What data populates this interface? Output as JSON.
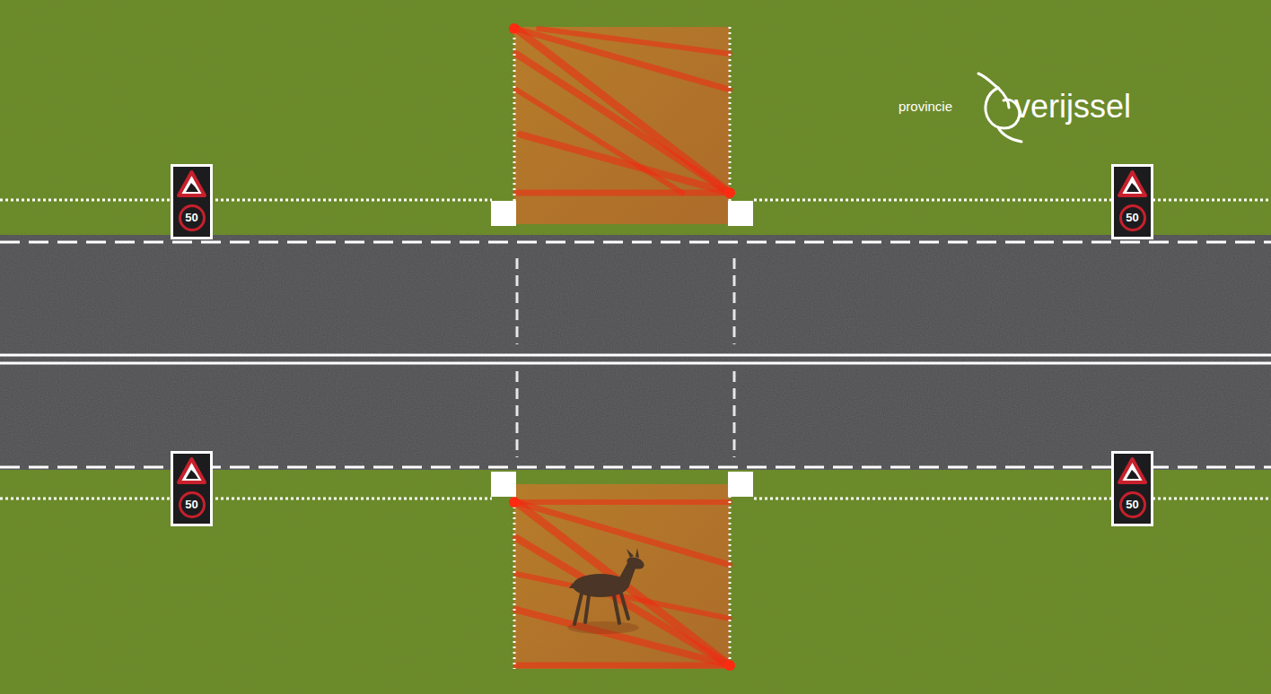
{
  "diagram": {
    "nodes": [
      {
        "text": [
          "50"
        ]
      },
      {
        "text": [
          "50"
        ]
      },
      {
        "text": [
          "50"
        ]
      },
      {
        "text": [
          "50"
        ]
      }
    ],
    "labels": [
      "provincie",
      "verijssel"
    ]
  }
}
